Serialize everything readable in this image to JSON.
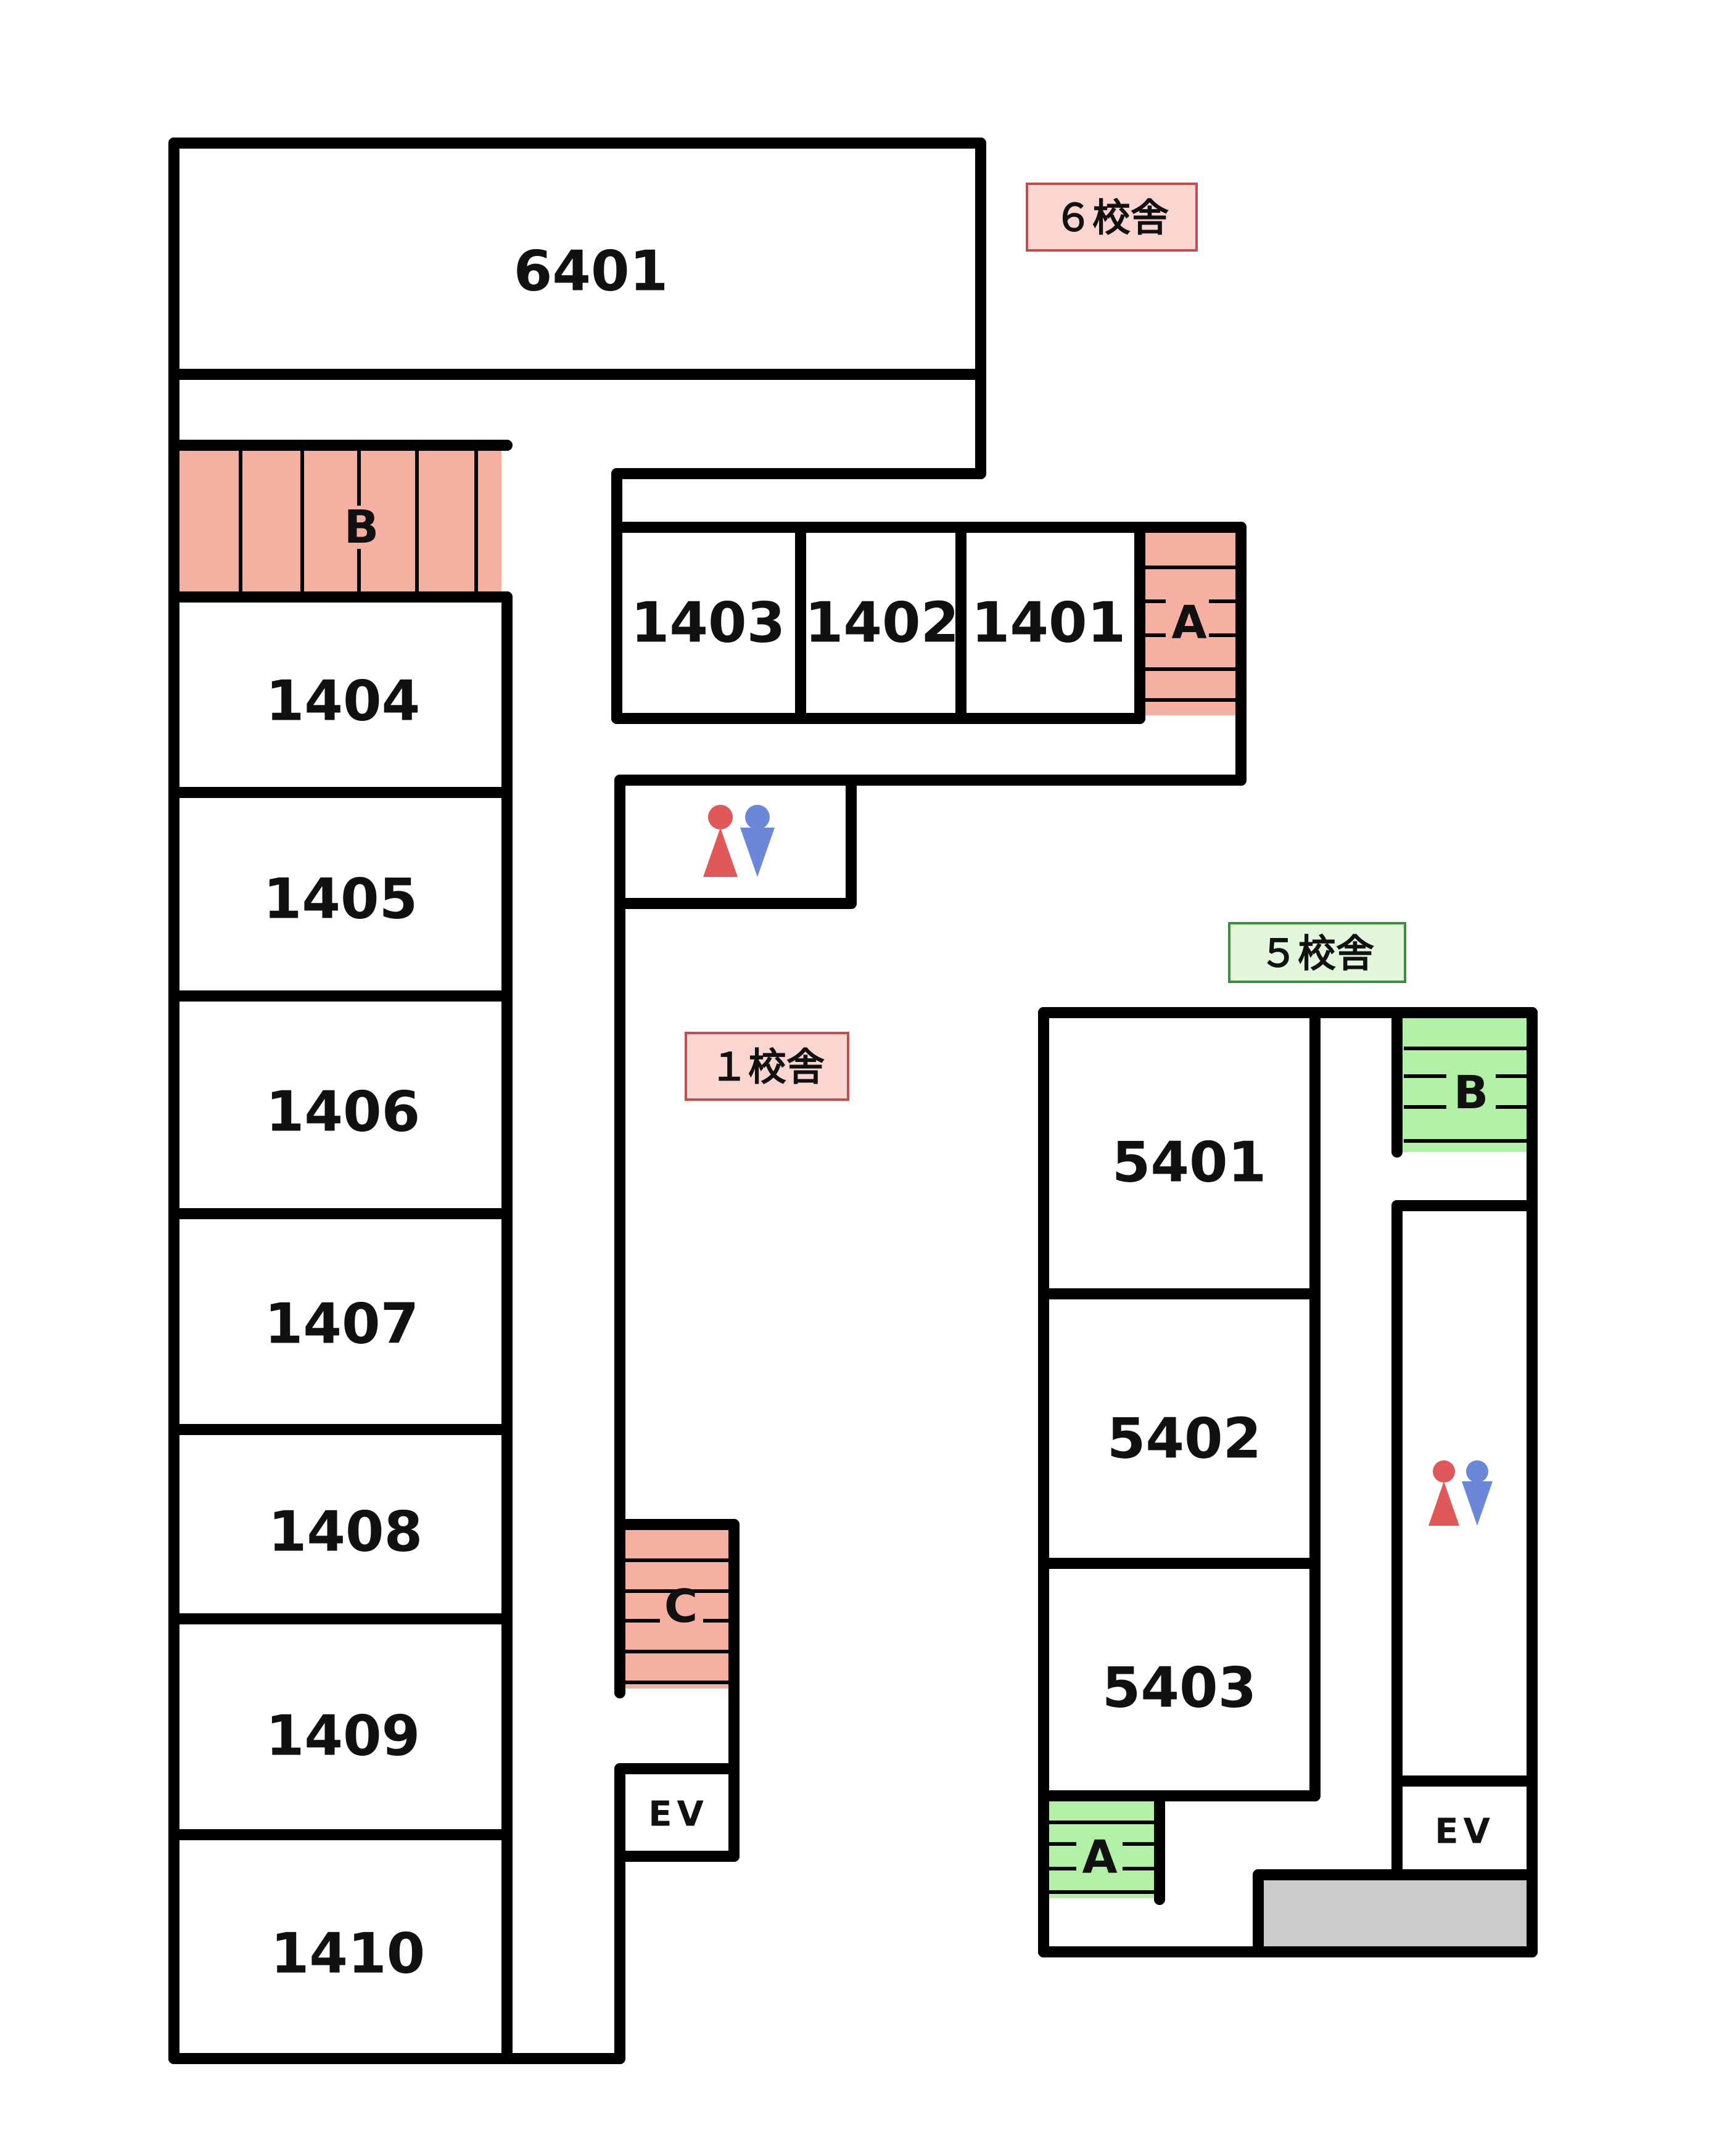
{
  "colors": {
    "wall": "#000000",
    "stair_red": "#f5b0a2",
    "stair_green": "#b2f0a6",
    "label_red_fill": "#fbd5cf",
    "label_red_border": "#c0504d",
    "label_green_fill": "#e3f7dc",
    "label_green_border": "#3e8e3e",
    "storage_gray": "#cccccc",
    "toilet_female": "#e05858",
    "toilet_male": "#6b88d8"
  },
  "buildings": {
    "b6": {
      "label": "６校舎"
    },
    "b1": {
      "label": "１校舎"
    },
    "b5": {
      "label": "５校舎"
    }
  },
  "rooms": {
    "r6401": "6401",
    "r1401": "1401",
    "r1402": "1402",
    "r1403": "1403",
    "r1404": "1404",
    "r1405": "1405",
    "r1406": "1406",
    "r1407": "1407",
    "r1408": "1408",
    "r1409": "1409",
    "r1410": "1410",
    "r5401": "5401",
    "r5402": "5402",
    "r5403": "5403"
  },
  "stairs": {
    "b1_a": "A",
    "b1_b": "B",
    "b1_c": "C",
    "b5_a": "A",
    "b5_b": "B"
  },
  "elevators": {
    "b1_ev": "EV",
    "b5_ev": "EV"
  },
  "icons": {
    "restroom": "restroom-icon"
  }
}
